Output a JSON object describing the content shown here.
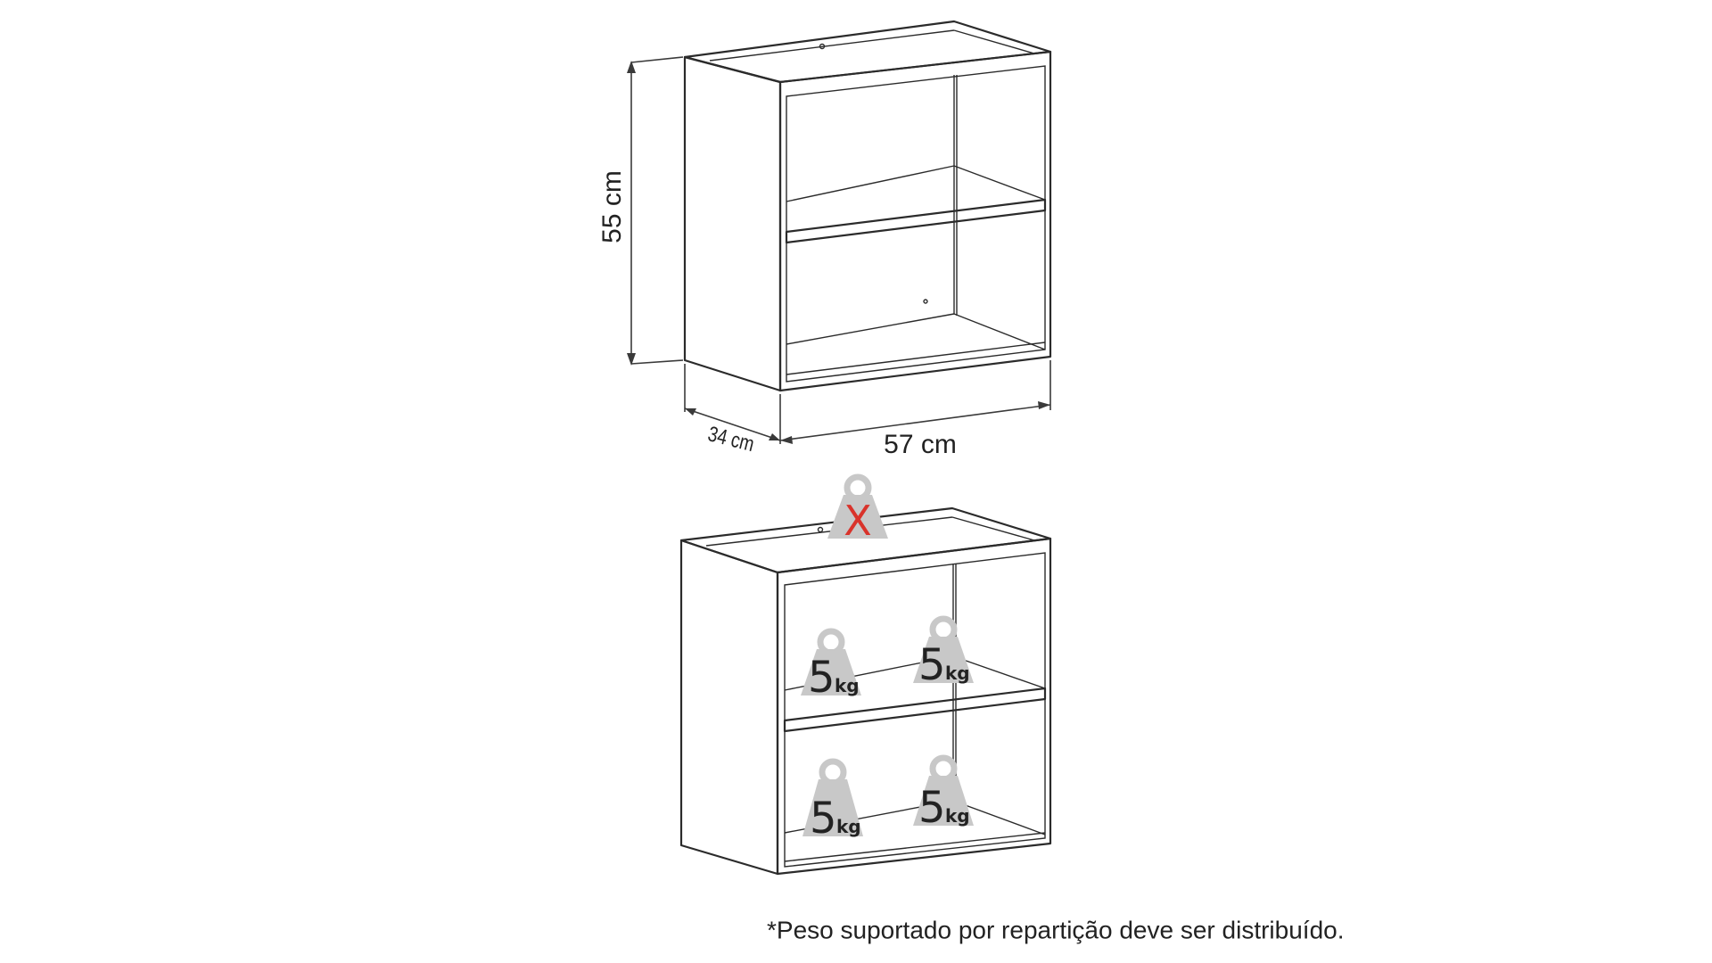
{
  "dimensions": {
    "height": "55 cm",
    "depth": "34 cm",
    "width": "57 cm"
  },
  "load_limits": {
    "top_symbol": "X",
    "shelf_weight_number": "5",
    "shelf_weight_unit": "kg",
    "shelves": [
      {
        "number": "5",
        "unit": "kg"
      },
      {
        "number": "5",
        "unit": "kg"
      },
      {
        "number": "5",
        "unit": "kg"
      },
      {
        "number": "5",
        "unit": "kg"
      }
    ]
  },
  "colors": {
    "outline": "#2b2b2b",
    "weight_icon": "#c8c8c8",
    "no_load_mark": "#d9332b"
  },
  "footnote": "*Peso suportado por repartição deve ser distribuído."
}
